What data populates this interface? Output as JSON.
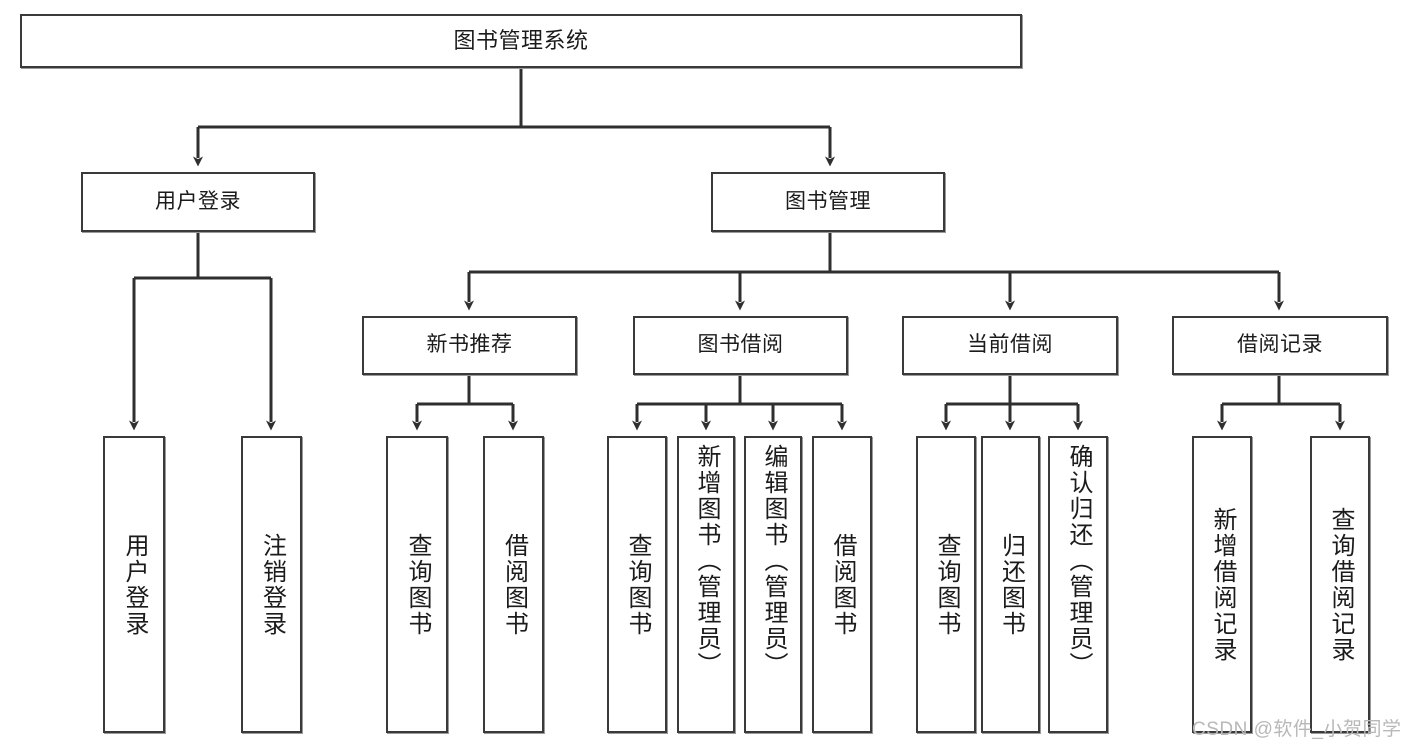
{
  "diagram": {
    "type": "tree-hierarchy-diagram",
    "title": "图书管理系统",
    "watermark": "CSDN @软件_小贺同学",
    "colors": {
      "box_border": "#3a3a3a",
      "box_fill": "#ffffff",
      "connector": "#2f2f2f",
      "text": "#1b1b1b",
      "watermark": "#b8b8b8"
    },
    "levels": {
      "root": [
        "图书管理系统"
      ],
      "level2": [
        "用户登录",
        "图书管理"
      ],
      "level3": [
        "新书推荐",
        "图书借阅",
        "当前借阅",
        "借阅记录"
      ],
      "leaves": [
        "用户登录",
        "注销登录",
        "查询图书",
        "借阅图书",
        "查询图书",
        "新增图书（管理员）",
        "编辑图书（管理员）",
        "借阅图书",
        "查询图书",
        "归还图书",
        "确认归还（管理员）",
        "新增借阅记录",
        "查询借阅记录"
      ]
    },
    "nodes": {
      "root": {
        "label": "图书管理系统"
      },
      "user_login": {
        "label": "用户登录"
      },
      "book_mgmt": {
        "label": "图书管理"
      },
      "new_book_rec": {
        "label": "新书推荐"
      },
      "book_borrow": {
        "label": "图书借阅"
      },
      "current_borrow": {
        "label": "当前借阅"
      },
      "borrow_record": {
        "label": "借阅记录"
      },
      "leaf_user_login": {
        "label": "用户登录"
      },
      "leaf_logout": {
        "label": "注销登录"
      },
      "leaf_query_book_1": {
        "label": "查询图书"
      },
      "leaf_borrow_book_1": {
        "label": "借阅图书"
      },
      "leaf_query_book_2": {
        "label": "查询图书"
      },
      "leaf_add_book": {
        "label": "新增图书（管理员）"
      },
      "leaf_edit_book": {
        "label": "编辑图书（管理员）"
      },
      "leaf_borrow_book_2": {
        "label": "借阅图书"
      },
      "leaf_query_book_3": {
        "label": "查询图书"
      },
      "leaf_return_book": {
        "label": "归还图书"
      },
      "leaf_confirm_return": {
        "label": "确认归还（管理员）"
      },
      "leaf_add_record": {
        "label": "新增借阅记录"
      },
      "leaf_query_record": {
        "label": "查询借阅记录"
      }
    },
    "edges": [
      {
        "from": "图书管理系统",
        "to": "用户登录"
      },
      {
        "from": "图书管理系统",
        "to": "图书管理"
      },
      {
        "from": "用户登录",
        "to": "用户登录"
      },
      {
        "from": "用户登录",
        "to": "注销登录"
      },
      {
        "from": "图书管理",
        "to": "新书推荐"
      },
      {
        "from": "图书管理",
        "to": "图书借阅"
      },
      {
        "from": "图书管理",
        "to": "当前借阅"
      },
      {
        "from": "图书管理",
        "to": "借阅记录"
      },
      {
        "from": "新书推荐",
        "to": "查询图书"
      },
      {
        "from": "新书推荐",
        "to": "借阅图书"
      },
      {
        "from": "图书借阅",
        "to": "查询图书"
      },
      {
        "from": "图书借阅",
        "to": "新增图书（管理员）"
      },
      {
        "from": "图书借阅",
        "to": "编辑图书（管理员）"
      },
      {
        "from": "图书借阅",
        "to": "借阅图书"
      },
      {
        "from": "当前借阅",
        "to": "查询图书"
      },
      {
        "from": "当前借阅",
        "to": "归还图书"
      },
      {
        "from": "当前借阅",
        "to": "确认归还（管理员）"
      },
      {
        "from": "借阅记录",
        "to": "新增借阅记录"
      },
      {
        "from": "借阅记录",
        "to": "查询借阅记录"
      }
    ]
  }
}
